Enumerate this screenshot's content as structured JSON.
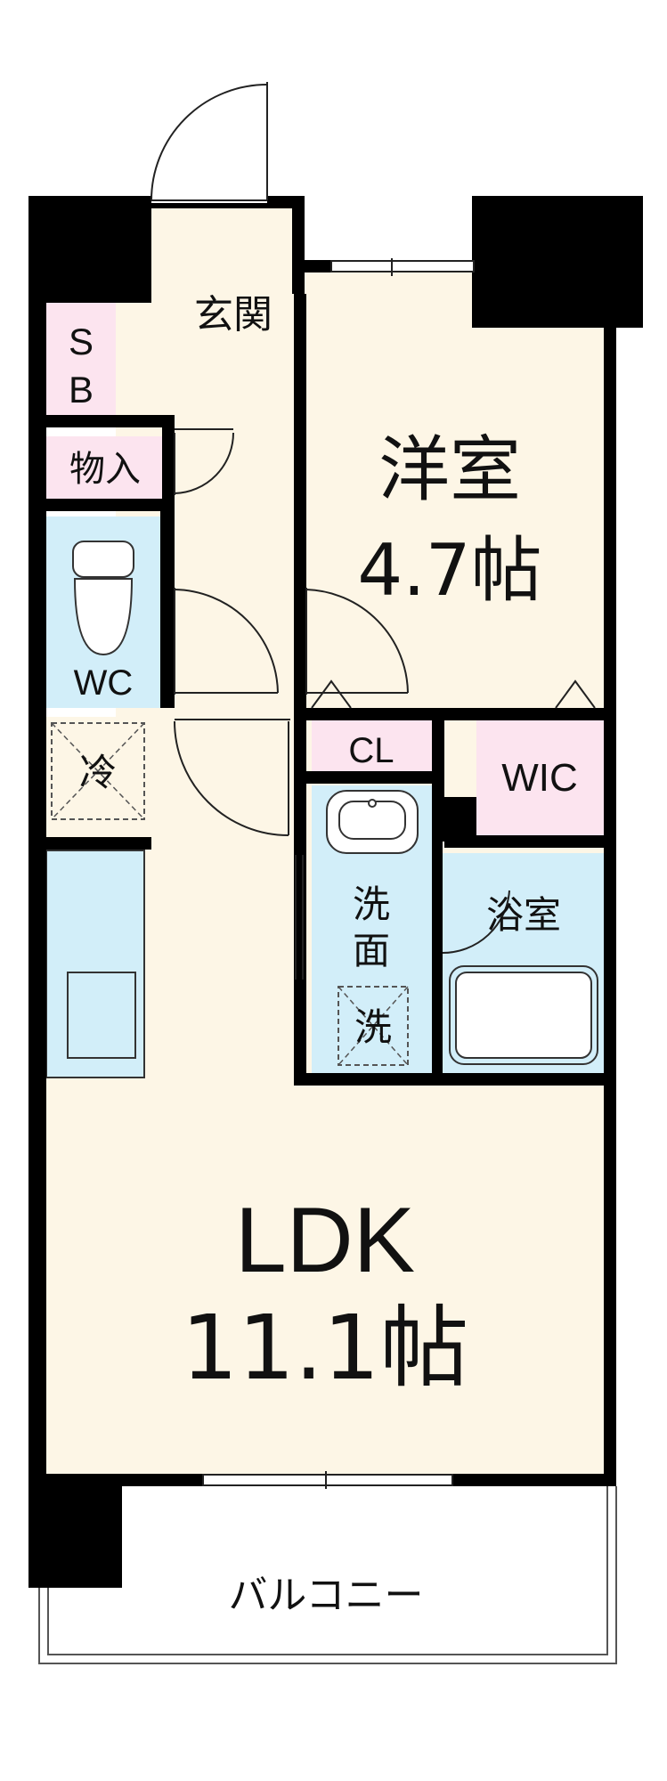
{
  "floor_plan": {
    "colors": {
      "wall": "#000000",
      "floor": "#fdf6e6",
      "wet": "#d2eef9",
      "storage": "#fce4ef",
      "fixture_line": "#333333",
      "balcony_line": "#555555"
    },
    "rooms": {
      "genkan": {
        "label": "玄関"
      },
      "shoe_box": {
        "line1": "S",
        "line2": "B"
      },
      "monoire": {
        "label": "物入"
      },
      "wc": {
        "label": "WC",
        "fixture_icon": "toilet-icon"
      },
      "youshitsu": {
        "label": "洋室",
        "size": "4.7帖"
      },
      "cl": {
        "label": "CL"
      },
      "wic": {
        "label": "WIC"
      },
      "fridge": {
        "label": "冷"
      },
      "senmen": {
        "line1": "洗",
        "line2": "面",
        "fixture_icon": "washbasin-icon"
      },
      "washer": {
        "label": "洗"
      },
      "yokushitsu": {
        "label": "浴室",
        "fixture_icon": "bathtub-icon"
      },
      "kitchen": {
        "fixture_icon": "kitchen-sink-icon"
      },
      "ldk": {
        "label": "LDK",
        "size": "11.1帖"
      },
      "balcony": {
        "label": "バルコニー"
      }
    }
  }
}
